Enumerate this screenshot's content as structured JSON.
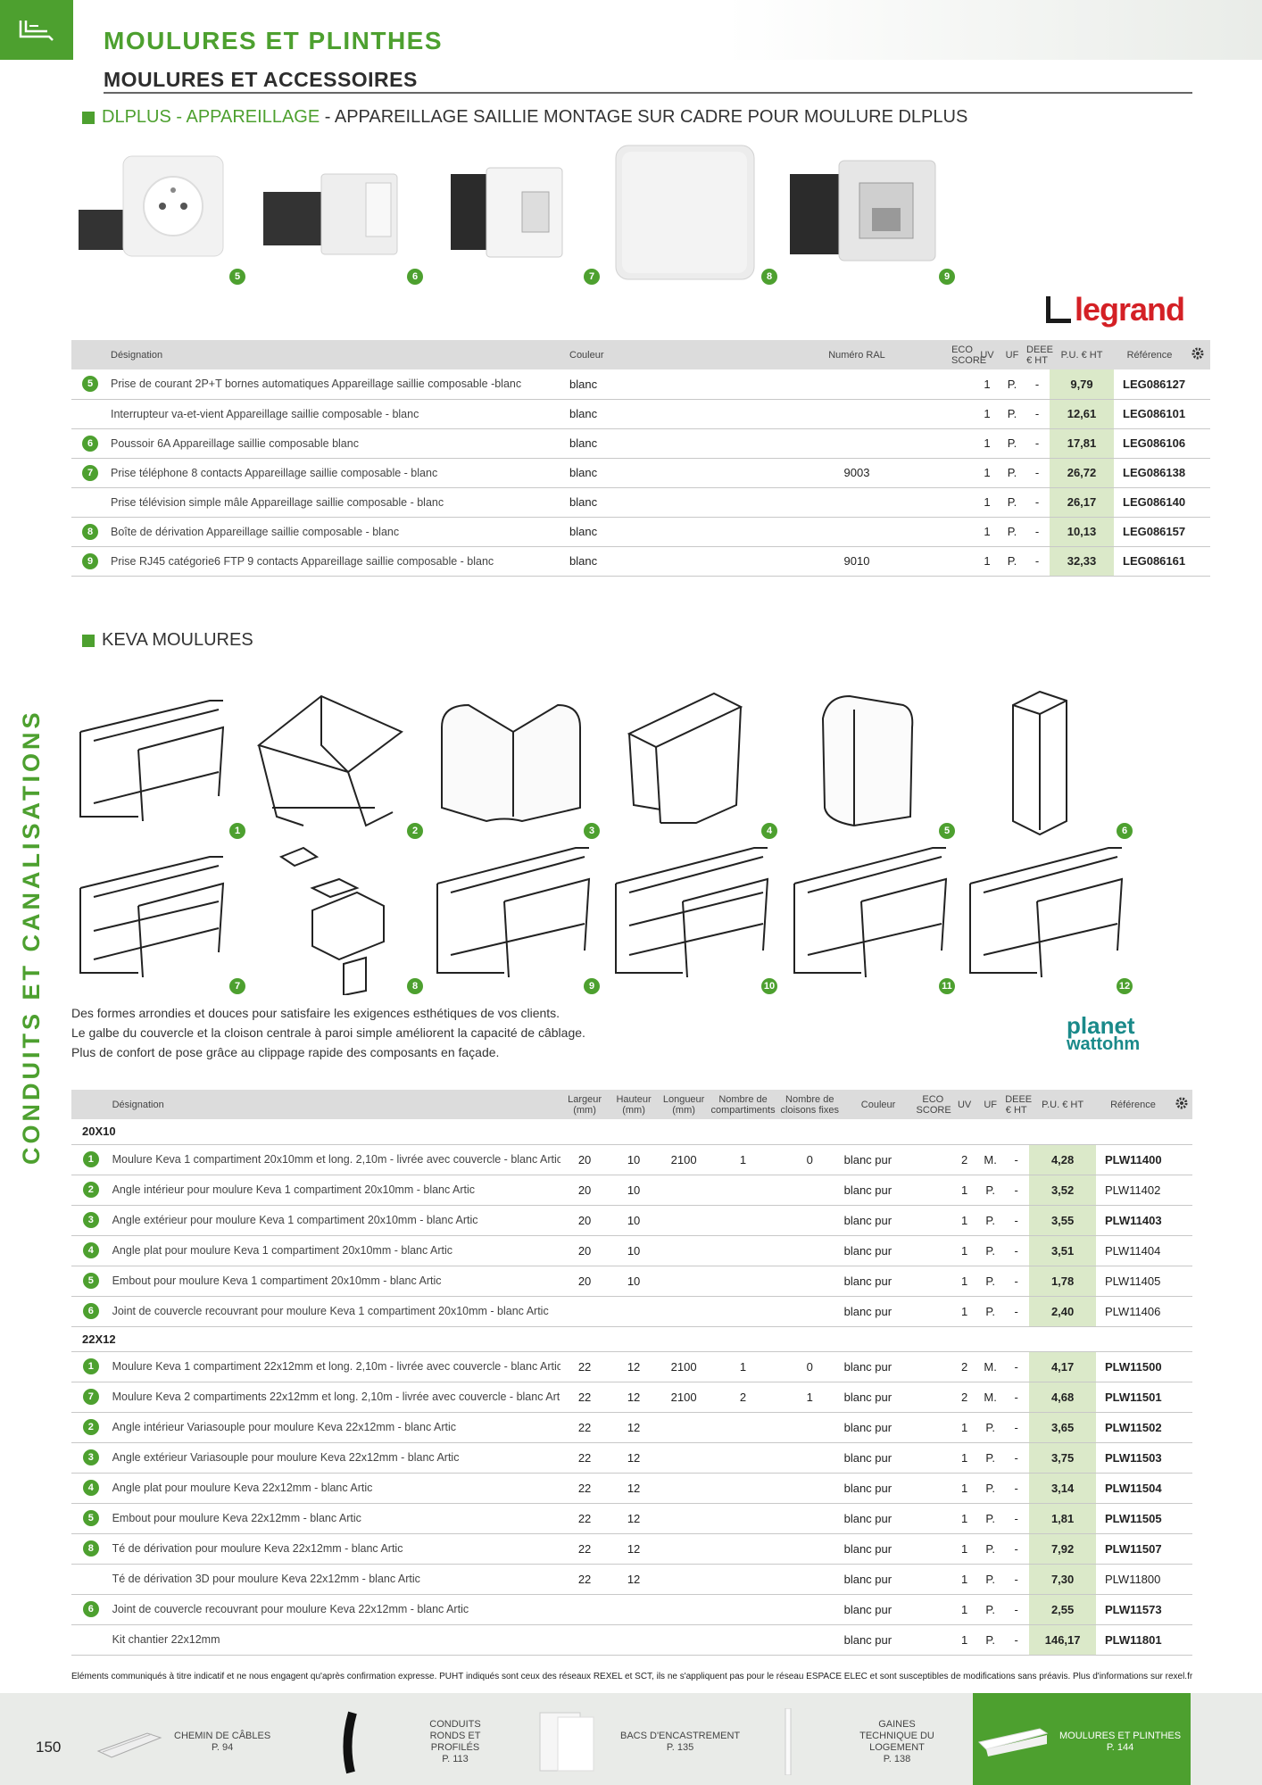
{
  "header": {
    "title": "MOULURES ET PLINTHES",
    "subtitle": "MOULURES ET ACCESSOIRES"
  },
  "vertical_label": "CONDUITS ET CANALISATIONS",
  "section1": {
    "title_green": "DLPLUS - APPAREILLAGE",
    "title_rest": " - APPAREILLAGE SAILLIE MONTAGE SUR CADRE POUR MOULURE DLPLUS",
    "badges": [
      "5",
      "6",
      "7",
      "8",
      "9"
    ],
    "brand": "legrand",
    "headers": {
      "designation": "Désignation",
      "couleur": "Couleur",
      "ral": "Numéro RAL",
      "eco": "ECO SCORE",
      "uv": "UV",
      "uf": "UF",
      "deee": "DEEE € HT",
      "pu": "P.U. € HT",
      "ref": "Référence"
    },
    "rows": [
      {
        "n": "5",
        "d": "Prise de courant 2P+T bornes automatiques Appareillage saillie composable -blanc",
        "couleur": "blanc",
        "ral": "",
        "uv": "1",
        "uf": "P.",
        "deee": "-",
        "pu": "9,79",
        "ref": "LEG086127"
      },
      {
        "n": "",
        "d": "Interrupteur va-et-vient Appareillage saillie composable - blanc",
        "couleur": "blanc",
        "ral": "",
        "uv": "1",
        "uf": "P.",
        "deee": "-",
        "pu": "12,61",
        "ref": "LEG086101"
      },
      {
        "n": "6",
        "d": "Poussoir 6A Appareillage saillie composable blanc",
        "couleur": "blanc",
        "ral": "",
        "uv": "1",
        "uf": "P.",
        "deee": "-",
        "pu": "17,81",
        "ref": "LEG086106"
      },
      {
        "n": "7",
        "d": "Prise téléphone 8 contacts Appareillage saillie composable - blanc",
        "couleur": "blanc",
        "ral": "9003",
        "uv": "1",
        "uf": "P.",
        "deee": "-",
        "pu": "26,72",
        "ref": "LEG086138"
      },
      {
        "n": "",
        "d": "Prise télévision simple mâle Appareillage saillie composable - blanc",
        "couleur": "blanc",
        "ral": "",
        "uv": "1",
        "uf": "P.",
        "deee": "-",
        "pu": "26,17",
        "ref": "LEG086140"
      },
      {
        "n": "8",
        "d": "Boîte de dérivation Appareillage saillie composable - blanc",
        "couleur": "blanc",
        "ral": "",
        "uv": "1",
        "uf": "P.",
        "deee": "-",
        "pu": "10,13",
        "ref": "LEG086157"
      },
      {
        "n": "9",
        "d": "Prise RJ45 catégorie6 FTP 9 contacts Appareillage saillie composable - blanc",
        "couleur": "blanc",
        "ral": "9010",
        "uv": "1",
        "uf": "P.",
        "deee": "-",
        "pu": "32,33",
        "ref": "LEG086161"
      }
    ]
  },
  "section2": {
    "title": "KEVA MOULURES",
    "badges_row1": [
      "1",
      "2",
      "3",
      "4",
      "5",
      "6"
    ],
    "badges_row2": [
      "7",
      "8",
      "9",
      "10",
      "11",
      "12"
    ],
    "description": [
      "Des formes arrondies et douces pour satisfaire les exigences esthétiques de vos clients.",
      "Le galbe du couvercle et la cloison centrale à paroi simple améliorent la capacité de câblage.",
      "Plus de confort de pose grâce au clippage rapide des composants en façade."
    ],
    "brand_line1": "planet",
    "brand_line2": "wattohm",
    "headers": {
      "designation": "Désignation",
      "largeur": "Largeur (mm)",
      "hauteur": "Hauteur (mm)",
      "longueur": "Longueur (mm)",
      "compartiments": "Nombre de compartiments",
      "cloisons": "Nombre de cloisons fixes",
      "couleur": "Couleur",
      "eco": "ECO SCORE",
      "uv": "UV",
      "uf": "UF",
      "deee": "DEEE € HT",
      "pu": "P.U. € HT",
      "ref": "Référence"
    },
    "groups": [
      {
        "name": "20X10",
        "rows": [
          {
            "n": "1",
            "d": "Moulure Keva 1 compartiment 20x10mm et long. 2,10m - livrée avec couvercle - blanc Artic",
            "l": "20",
            "h": "10",
            "lo": "2100",
            "co": "1",
            "cl": "0",
            "couleur": "blanc pur",
            "uv": "2",
            "uf": "M.",
            "deee": "-",
            "pu": "4,28",
            "ref": "PLW11400",
            "bold": true
          },
          {
            "n": "2",
            "d": "Angle intérieur pour moulure Keva 1 compartiment 20x10mm - blanc Artic",
            "l": "20",
            "h": "10",
            "lo": "",
            "co": "",
            "cl": "",
            "couleur": "blanc pur",
            "uv": "1",
            "uf": "P.",
            "deee": "-",
            "pu": "3,52",
            "ref": "PLW11402",
            "bold": false
          },
          {
            "n": "3",
            "d": "Angle extérieur pour moulure Keva 1 compartiment 20x10mm - blanc Artic",
            "l": "20",
            "h": "10",
            "lo": "",
            "co": "",
            "cl": "",
            "couleur": "blanc pur",
            "uv": "1",
            "uf": "P.",
            "deee": "-",
            "pu": "3,55",
            "ref": "PLW11403",
            "bold": true
          },
          {
            "n": "4",
            "d": "Angle plat pour moulure Keva 1 compartiment 20x10mm - blanc Artic",
            "l": "20",
            "h": "10",
            "lo": "",
            "co": "",
            "cl": "",
            "couleur": "blanc pur",
            "uv": "1",
            "uf": "P.",
            "deee": "-",
            "pu": "3,51",
            "ref": "PLW11404",
            "bold": false
          },
          {
            "n": "5",
            "d": "Embout pour moulure Keva 1 compartiment 20x10mm - blanc Artic",
            "l": "20",
            "h": "10",
            "lo": "",
            "co": "",
            "cl": "",
            "couleur": "blanc pur",
            "uv": "1",
            "uf": "P.",
            "deee": "-",
            "pu": "1,78",
            "ref": "PLW11405",
            "bold": false
          },
          {
            "n": "6",
            "d": "Joint de couvercle recouvrant pour moulure Keva 1 compartiment 20x10mm - blanc Artic",
            "l": "",
            "h": "",
            "lo": "",
            "co": "",
            "cl": "",
            "couleur": "blanc pur",
            "uv": "1",
            "uf": "P.",
            "deee": "-",
            "pu": "2,40",
            "ref": "PLW11406",
            "bold": false
          }
        ]
      },
      {
        "name": "22X12",
        "rows": [
          {
            "n": "1",
            "d": "Moulure Keva 1 compartiment 22x12mm et long. 2,10m - livrée avec couvercle - blanc Artic",
            "l": "22",
            "h": "12",
            "lo": "2100",
            "co": "1",
            "cl": "0",
            "couleur": "blanc pur",
            "uv": "2",
            "uf": "M.",
            "deee": "-",
            "pu": "4,17",
            "ref": "PLW11500",
            "bold": true
          },
          {
            "n": "7",
            "d": "Moulure Keva 2 compartiments 22x12mm et long. 2,10m - livrée avec couvercle - blanc Artic",
            "l": "22",
            "h": "12",
            "lo": "2100",
            "co": "2",
            "cl": "1",
            "couleur": "blanc pur",
            "uv": "2",
            "uf": "M.",
            "deee": "-",
            "pu": "4,68",
            "ref": "PLW11501",
            "bold": true
          },
          {
            "n": "2",
            "d": "Angle intérieur Variasouple pour moulure Keva 22x12mm - blanc Artic",
            "l": "22",
            "h": "12",
            "lo": "",
            "co": "",
            "cl": "",
            "couleur": "blanc pur",
            "uv": "1",
            "uf": "P.",
            "deee": "-",
            "pu": "3,65",
            "ref": "PLW11502",
            "bold": true
          },
          {
            "n": "3",
            "d": "Angle extérieur Variasouple pour moulure Keva 22x12mm - blanc Artic",
            "l": "22",
            "h": "12",
            "lo": "",
            "co": "",
            "cl": "",
            "couleur": "blanc pur",
            "uv": "1",
            "uf": "P.",
            "deee": "-",
            "pu": "3,75",
            "ref": "PLW11503",
            "bold": true
          },
          {
            "n": "4",
            "d": "Angle plat pour moulure Keva 22x12mm - blanc Artic",
            "l": "22",
            "h": "12",
            "lo": "",
            "co": "",
            "cl": "",
            "couleur": "blanc pur",
            "uv": "1",
            "uf": "P.",
            "deee": "-",
            "pu": "3,14",
            "ref": "PLW11504",
            "bold": true
          },
          {
            "n": "5",
            "d": "Embout pour moulure Keva 22x12mm - blanc Artic",
            "l": "22",
            "h": "12",
            "lo": "",
            "co": "",
            "cl": "",
            "couleur": "blanc pur",
            "uv": "1",
            "uf": "P.",
            "deee": "-",
            "pu": "1,81",
            "ref": "PLW11505",
            "bold": true
          },
          {
            "n": "8",
            "d": "Té de dérivation pour moulure Keva 22x12mm - blanc Artic",
            "l": "22",
            "h": "12",
            "lo": "",
            "co": "",
            "cl": "",
            "couleur": "blanc pur",
            "uv": "1",
            "uf": "P.",
            "deee": "-",
            "pu": "7,92",
            "ref": "PLW11507",
            "bold": true
          },
          {
            "n": "",
            "d": "Té de dérivation 3D pour moulure Keva 22x12mm - blanc Artic",
            "l": "22",
            "h": "12",
            "lo": "",
            "co": "",
            "cl": "",
            "couleur": "blanc pur",
            "uv": "1",
            "uf": "P.",
            "deee": "-",
            "pu": "7,30",
            "ref": "PLW11800",
            "bold": false
          },
          {
            "n": "6",
            "d": "Joint de couvercle recouvrant pour moulure Keva 22x12mm - blanc Artic",
            "l": "",
            "h": "",
            "lo": "",
            "co": "",
            "cl": "",
            "couleur": "blanc pur",
            "uv": "1",
            "uf": "P.",
            "deee": "-",
            "pu": "2,55",
            "ref": "PLW11573",
            "bold": true
          },
          {
            "n": "",
            "d": "Kit chantier 22x12mm",
            "l": "",
            "h": "",
            "lo": "",
            "co": "",
            "cl": "",
            "couleur": "blanc pur",
            "uv": "1",
            "uf": "P.",
            "deee": "-",
            "pu": "146,17",
            "ref": "PLW11801",
            "bold": true
          }
        ]
      }
    ]
  },
  "disclaimer": "Éléments communiqués à titre indicatif et ne nous engagent qu'après confirmation expresse. PUHT indiqués sont ceux des réseaux REXEL et SCT, ils ne s'appliquent pas pour le réseau ESPACE ELEC et sont susceptibles de modifications sans préavis. Plus d'informations sur rexel.fr. N.C=nous consulter.",
  "footer": {
    "page_number": "150",
    "items": [
      {
        "label": "CHEMIN DE CÂBLES",
        "page": "P. 94"
      },
      {
        "label": "CONDUITS RONDS ET PROFILÉS",
        "page": "P. 113"
      },
      {
        "label": "BACS D'ENCASTREMENT",
        "page": "P. 135"
      },
      {
        "label": "GAINES TECHNIQUE DU LOGEMENT",
        "page": "P. 138"
      },
      {
        "label": "MOULURES ET PLINTHES",
        "page": "P. 144"
      }
    ]
  },
  "colors": {
    "accent": "#4da02f",
    "price_bg": "#dbe9c9",
    "legrand_red": "#d42025",
    "planet_teal": "#1a8a8a"
  }
}
